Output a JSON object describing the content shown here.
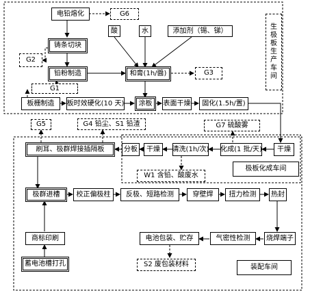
{
  "workshops": {
    "plate": "生极板生产车间",
    "formation": "极板化成车间",
    "assembly": "装配车间"
  },
  "nodes": {
    "electroplating": "电铅熔化",
    "g6": "G6",
    "acid": "酸",
    "water": "水",
    "additive": "添加剂（锡、锑）",
    "casting": "铸条切块",
    "g2": "G2",
    "lead_powder": "铅粉制造",
    "paste": "和膏(1h/醬)",
    "g3": "G3",
    "g1": "G1",
    "grid": "板栅制造",
    "aging": "板时效硬化(10 天)",
    "coating": "涂板",
    "surface_dry": "表面干燥",
    "curing": "固化(1.5h/置)",
    "g5": "G5",
    "g4_s1": "G4 铅尘、S1 铅渣",
    "g7": "G7 硫酸雾",
    "brush_weld": "刷耳、极群焊接插隔板",
    "split": "分板",
    "dry2": "干燥",
    "wash": "清洗(1h/次)",
    "formation_batch": "化成(1 批/天)",
    "dry1": "干燥",
    "w1": "W1 含铅、酸废水",
    "into_case": "极群进槽",
    "correct_post": "校正偏极柱",
    "short_check": "反极、短路检测",
    "wall_weld": "穿壁焊",
    "torque_check": "扭力检测",
    "heat_seal": "热封",
    "label_print": "商标印刷",
    "pack_store": "电池包装、贮存",
    "air_check": "气密性检测",
    "terminal_weld": "烧焊端子",
    "drill": "蓄电池槽打孔",
    "s2": "S2 废包装材料"
  }
}
